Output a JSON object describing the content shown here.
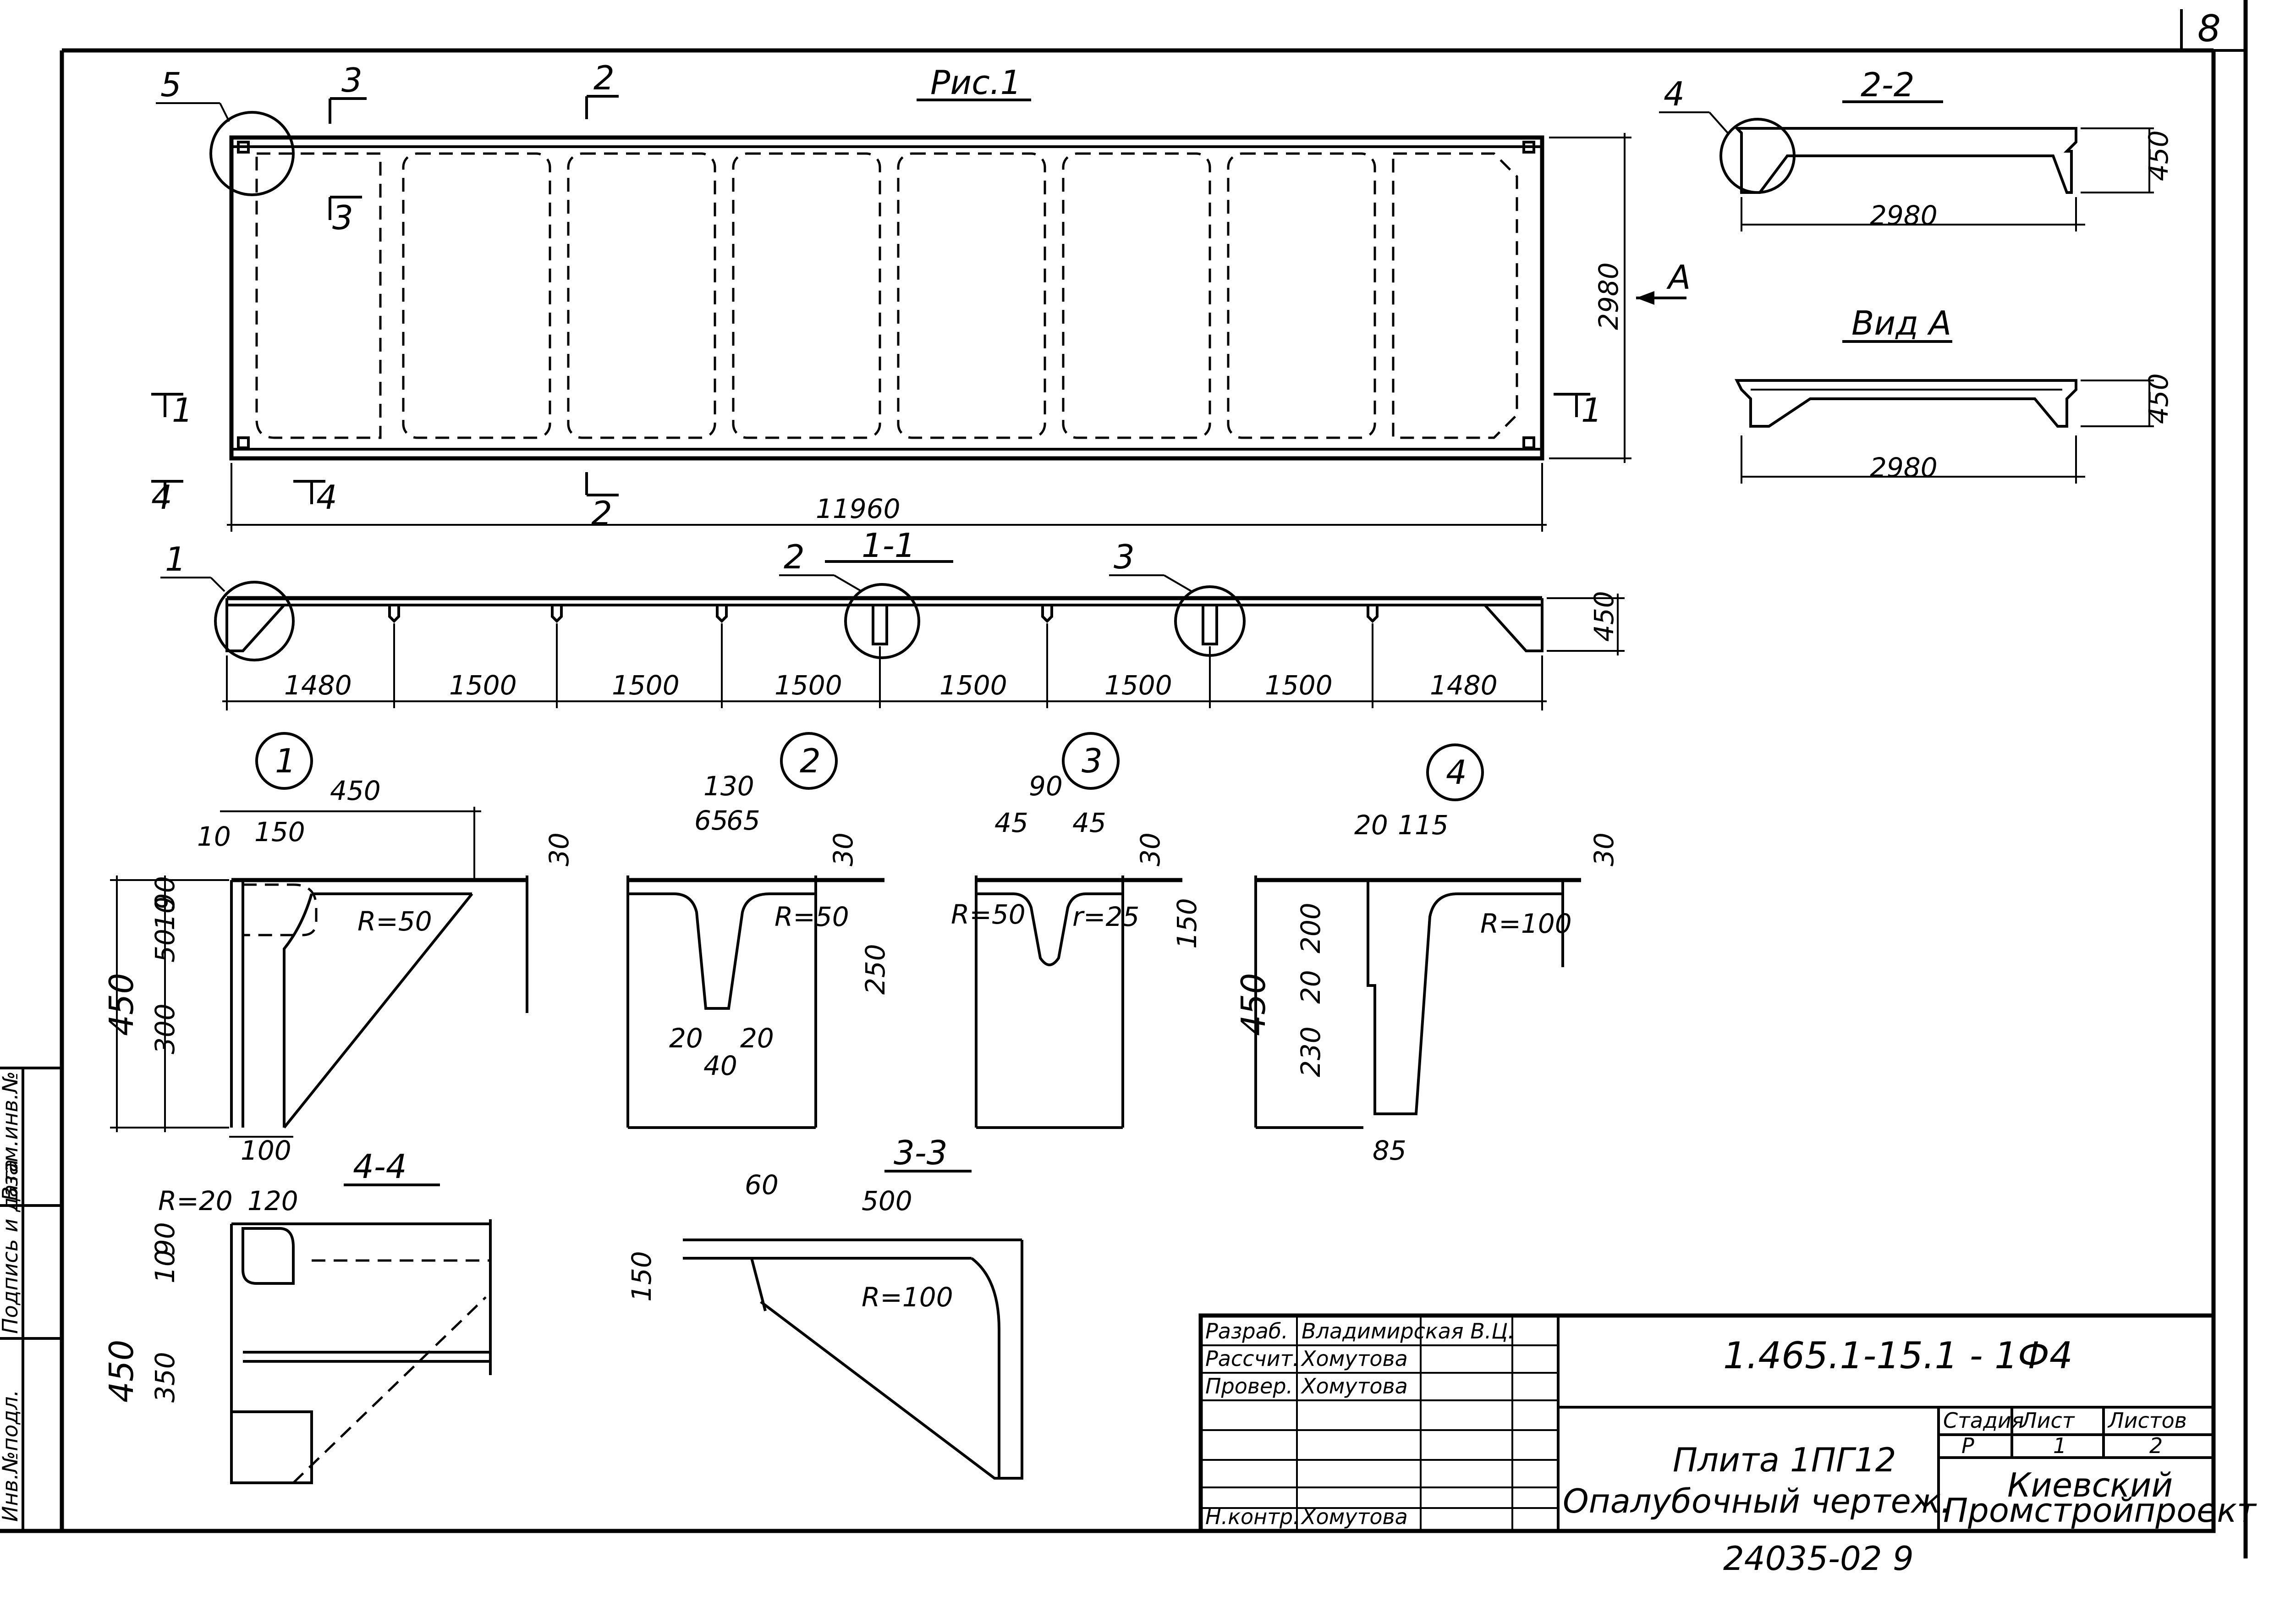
{
  "sheet_number": "8",
  "figure_title": "Рис.1",
  "callouts": [
    "1",
    "2",
    "3",
    "4",
    "5"
  ],
  "section_markers": {
    "s1": "1",
    "s2": "2",
    "s3": "3",
    "s4": "4",
    "view_arrow": "A"
  },
  "plan": {
    "length": "11960",
    "width": "2980"
  },
  "section_1_1": {
    "title": "1-1",
    "height": "450",
    "spans": [
      "1480",
      "1500",
      "1500",
      "1500",
      "1500",
      "1500",
      "1500",
      "1480"
    ]
  },
  "section_2_2": {
    "title": "2-2",
    "height": "450",
    "width": "2980"
  },
  "view_a": {
    "title": "Вид А",
    "height": "450",
    "width": "2980"
  },
  "detail_1": {
    "number": "1",
    "dims": {
      "total": "450",
      "a": "10",
      "b": "150",
      "top": "30",
      "v1": "50",
      "v2": "10",
      "v3": "90",
      "v4": "300",
      "height": "450",
      "bottom": "100",
      "radius": "R=50"
    }
  },
  "detail_2": {
    "number": "2",
    "dims": {
      "top": "130",
      "a": "65",
      "b": "65",
      "t": "30",
      "radius": "R=50",
      "depth": "250",
      "c1": "20",
      "c2": "20",
      "c3": "40"
    }
  },
  "detail_3": {
    "number": "3",
    "dims": {
      "top": "90",
      "a": "45",
      "b": "45",
      "t": "30",
      "radius_left": "R=50",
      "radius_inner": "r=25",
      "depth": "150"
    }
  },
  "detail_4": {
    "number": "4",
    "dims": {
      "a": "20",
      "b": "115",
      "t": "30",
      "v1": "200",
      "v2": "20",
      "v3": "230",
      "height": "450",
      "bottom": "85",
      "radius": "R=100"
    }
  },
  "section_4_4": {
    "title": "4-4",
    "dims": {
      "radius": "R=20",
      "w": "120",
      "v1": "10",
      "v2": "90",
      "v3": "350",
      "height": "450"
    }
  },
  "section_3_3": {
    "title": "3-3",
    "dims": {
      "a": "60",
      "b": "500",
      "height": "150",
      "radius": "R=100"
    }
  },
  "left_strip": [
    "Инв.№подл.",
    "Подпись и дата",
    "Взам.инв.№"
  ],
  "title_block": {
    "rows": [
      {
        "role": "Разраб.",
        "name": "Владимирская В.Ц."
      },
      {
        "role": "Рассчит.",
        "name": "Хомутова"
      },
      {
        "role": "Провер.",
        "name": "Хомутова"
      },
      {
        "role": "",
        "name": ""
      },
      {
        "role": "",
        "name": ""
      },
      {
        "role": "",
        "name": ""
      },
      {
        "role": "Н.контр.",
        "name": "Хомутова"
      }
    ],
    "designation": "1.465.1-15.1 - 1Ф4",
    "product": "Плита 1ПГ12",
    "doc_type": "Опалубочный чертеж.",
    "stage_label": "Стадия",
    "sheet_label": "Лист",
    "sheets_label": "Листов",
    "stage": "Р",
    "sheet": "1",
    "sheets": "2",
    "org_line1": "Киевский",
    "org_line2": "Промстройпроект"
  },
  "footer_code": "24035-02",
  "footer_page": "9"
}
